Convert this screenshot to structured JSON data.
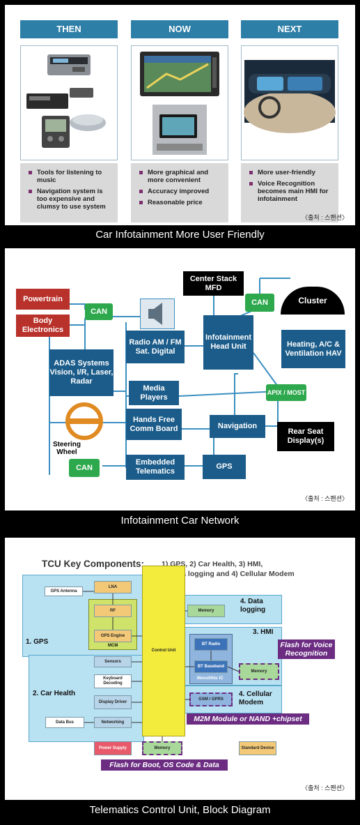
{
  "panel1": {
    "columns": [
      {
        "head": "THEN",
        "bullets": [
          "Tools for listening to music",
          "Navigation system is too expensive and clumsy to use system"
        ]
      },
      {
        "head": "NOW",
        "bullets": [
          "More graphical and more convenient",
          "Accuracy improved",
          "Reasonable price"
        ]
      },
      {
        "head": "NEXT",
        "bullets": [
          "More user-friendly",
          "Voice Recognition becomes main HMI for infotainment"
        ]
      }
    ],
    "source": "〈출처 : 스팬션〉",
    "caption": "Car Infotainment More User Friendly"
  },
  "panel2": {
    "powertrain": "Powertrain",
    "body_electronics": "Body Electronics",
    "can1": "CAN",
    "can2": "CAN",
    "can3": "CAN",
    "adas": "ADAS Systems Vision, I/R, Laser, Radar",
    "steering": "Steering Wheel",
    "radio": "Radio AM / FM Sat. Digital",
    "media": "Media Players",
    "handsfree": "Hands Free Comm Board",
    "telematics": "Embedded Telematics",
    "center_stack": "Center Stack MFD",
    "headunit": "Infotainment Head Unit",
    "cluster": "Cluster",
    "hvac": "Heating, A/C & Ventilation HAV",
    "apix": "APIX / MOST",
    "rear_seat": "Rear Seat Display(s)",
    "navigation": "Navigation",
    "gps": "GPS",
    "source": "〈출처 : 스팬션〉",
    "caption": "Infotainment Car Network"
  },
  "panel3": {
    "title": "TCU Key Components:",
    "subtitle1": "1) GPS,  2) Car Health, 3) HMI,",
    "subtitle2": "4) Data logging and 4) Cellular Modem",
    "gps_antenna": "GPS Antenna",
    "lna": "LNA",
    "rf": "RF",
    "gps_engine": "GPS Engine",
    "mcm": "MCM",
    "sec_gps": "1. GPS",
    "sensors": "Sensors",
    "keyboard": "Keyboard Decoding",
    "display": "Display Driver",
    "networking": "Networking",
    "databus": "Data Bus",
    "sec_health": "2. Car Health",
    "control_unit": "Control Unit",
    "sec_logging": "4. Data logging",
    "memory_log": "Memory",
    "sec_hmi": "3. HMI",
    "bt_radio": "BT Radio",
    "bt_baseband": "BT Baseband",
    "monolithic": "Monolithic IC",
    "memory_hmi": "Memory",
    "flash_voice": "Flash for Voice Recognition",
    "gsm": "GSM / GPRS",
    "sec_cell": "4. Cellular Modem",
    "m2m": "M2M Module or NAND +chipset",
    "power": "Power Supply",
    "memory_boot": "Memory",
    "standard": "Standard Device",
    "flash_boot": "Flash for Boot, OS Code & Data",
    "source": "〈출처 : 스팬션〉",
    "caption": "Telematics Control Unit, Block Diagram"
  }
}
